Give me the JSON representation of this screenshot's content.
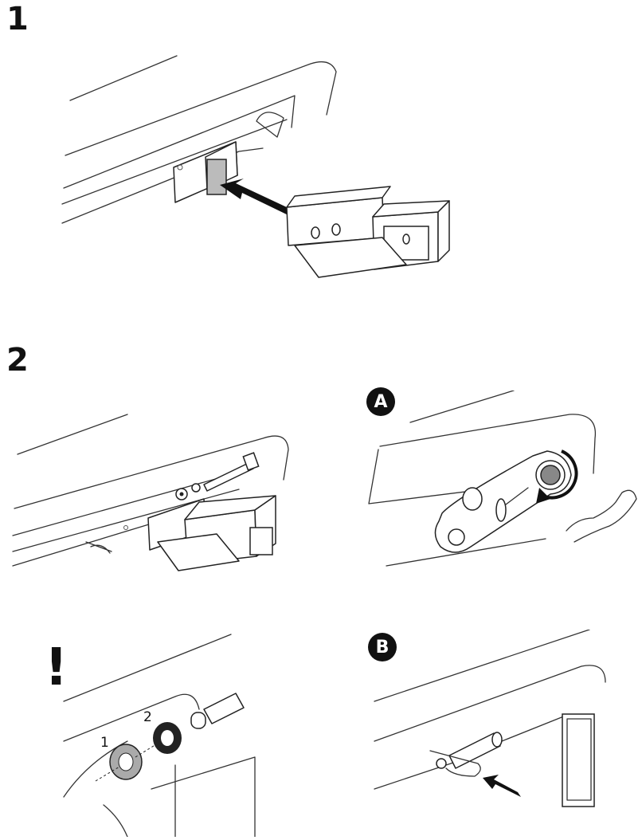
{
  "steps": [
    {
      "number": "1"
    },
    {
      "number": "2"
    }
  ],
  "callouts": {
    "a": "A",
    "b": "B"
  },
  "warning": {
    "symbol": "!",
    "washer_labels": [
      "1",
      "2"
    ]
  },
  "icons": [
    "insert-arrow-icon",
    "wrench-icon",
    "rotate-arrow-icon",
    "flexed-arm-icon",
    "clip-pin-icon",
    "push-arrow-icon"
  ]
}
